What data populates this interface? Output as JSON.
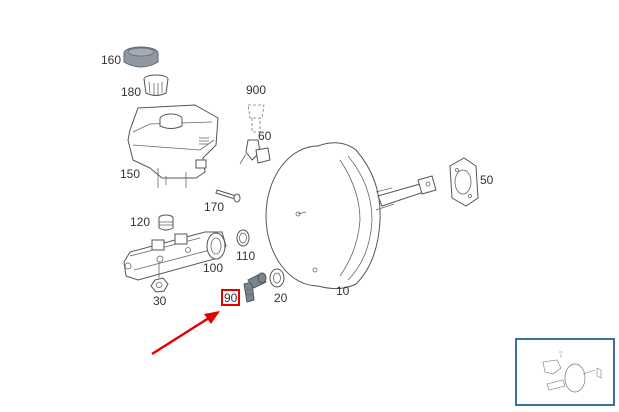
{
  "colors": {
    "highlight": "#e60000",
    "arrow": "#e60000",
    "grey_part": "#8f98a3",
    "thumbnail_border": "#3a6fa0",
    "line": "#555555"
  },
  "labels": {
    "p160": "160",
    "p180": "180",
    "p150": "150",
    "p900": "900",
    "p60": "60",
    "p170": "170",
    "p120": "120",
    "p110": "110",
    "p100": "100",
    "p30": "30",
    "p90": "90",
    "p20": "20",
    "p10": "10",
    "p50": "50"
  },
  "highlighted_part": "90",
  "icons": [
    "pointer-arrow",
    "overview-thumbnail"
  ]
}
